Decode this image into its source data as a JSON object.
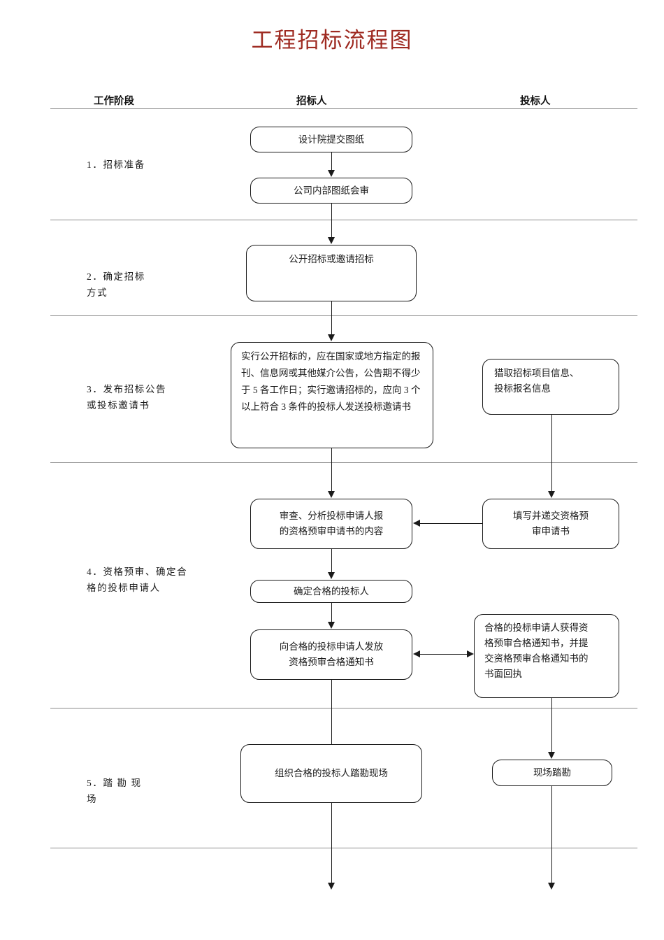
{
  "document": {
    "title": "工程招标流程图",
    "title_color": "#9e2a21"
  },
  "columns": [
    {
      "id": "stage",
      "label": "工作阶段"
    },
    {
      "id": "tenderer",
      "label": "招标人"
    },
    {
      "id": "bidder",
      "label": "投标人"
    }
  ],
  "stages": [
    {
      "n": "1",
      "label": "1．招标准备"
    },
    {
      "n": "2",
      "label": "2．确定招标\n方式"
    },
    {
      "n": "3",
      "label": "3．发布招标公告\n或投标邀请书"
    },
    {
      "n": "4",
      "label": "4．资格预审、确定合\n格的投标申请人"
    },
    {
      "n": "5",
      "label": "5．踏 勘 现\n场"
    }
  ],
  "nodes": {
    "n1": {
      "text": "设计院提交图纸",
      "column": "tenderer",
      "stage": "1"
    },
    "n2": {
      "text": "公司内部图纸会审",
      "column": "tenderer",
      "stage": "1"
    },
    "n3": {
      "text": "公开招标或邀请招标",
      "column": "tenderer",
      "stage": "2"
    },
    "n4": {
      "text": "实行公开招标的，应在国家或地方指定的报刊、信息网或其他媒介公告，公告期不得少于 5 各工作日；实行邀请招标的，应向 3 个以上符合 3 条件的投标人发送投标邀请书",
      "column": "tenderer",
      "stage": "3"
    },
    "n5": {
      "text": "猎取招标项目信息、\n投标报名信息",
      "column": "bidder",
      "stage": "3"
    },
    "n6": {
      "text": "审查、分析投标申请人报\n的资格预审申请书的内容",
      "column": "tenderer",
      "stage": "4"
    },
    "n7": {
      "text": "填写并递交资格预\n审申请书",
      "column": "bidder",
      "stage": "4"
    },
    "n8": {
      "text": "确定合格的投标人",
      "column": "tenderer",
      "stage": "4"
    },
    "n9": {
      "text": "向合格的投标申请人发放\n资格预审合格通知书",
      "column": "tenderer",
      "stage": "4"
    },
    "n10": {
      "text": "合格的投标申请人获得资\n格预审合格通知书，并提\n交资格预审合格通知书的\n书面回执",
      "column": "bidder",
      "stage": "4"
    },
    "n11": {
      "text": "组织合格的投标人踏勘现场",
      "column": "tenderer",
      "stage": "5"
    },
    "n12": {
      "text": "现场踏勘",
      "column": "bidder",
      "stage": "5"
    }
  },
  "edges": [
    {
      "from": "n1",
      "to": "n2",
      "kind": "down"
    },
    {
      "from": "n2",
      "to": "n3",
      "kind": "down"
    },
    {
      "from": "n3",
      "to": "n4",
      "kind": "down"
    },
    {
      "from": "n4",
      "to": "n6",
      "kind": "down"
    },
    {
      "from": "n5",
      "to": "n7",
      "kind": "down"
    },
    {
      "from": "n7",
      "to": "n6",
      "kind": "left"
    },
    {
      "from": "n6",
      "to": "n8",
      "kind": "down"
    },
    {
      "from": "n8",
      "to": "n9",
      "kind": "down"
    },
    {
      "from": "n9",
      "to": "n10",
      "kind": "bidirectional"
    },
    {
      "from": "n9",
      "to": "n11",
      "kind": "down"
    },
    {
      "from": "n10",
      "to": "n12",
      "kind": "down"
    },
    {
      "from": "n11",
      "to": "next-page",
      "kind": "down"
    },
    {
      "from": "n12",
      "to": "next-page",
      "kind": "down"
    }
  ]
}
